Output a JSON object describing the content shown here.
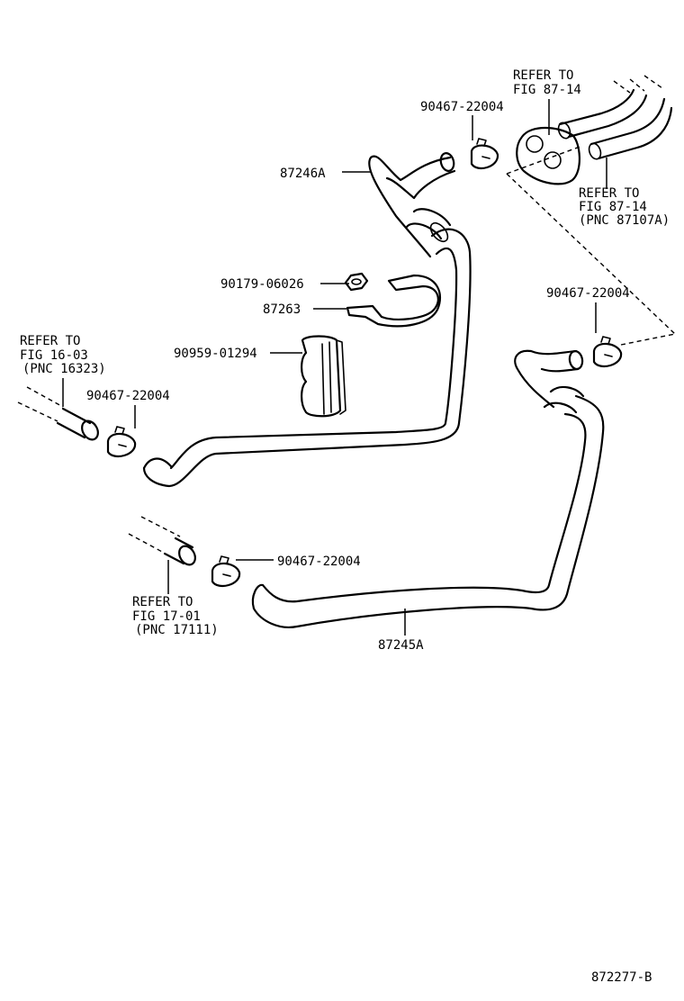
{
  "labels": {
    "refer_fig_87_14_top_line1": "REFER TO",
    "refer_fig_87_14_top_line2": "FIG 87-14",
    "clamp_top": "90467-22004",
    "hose_87246A": "87246A",
    "refer_fig_87_14_pnc_line1": "REFER TO",
    "refer_fig_87_14_pnc_line2": "FIG 87-14",
    "refer_fig_87_14_pnc_line3": "(PNC 87107A)",
    "nut": "90179-06026",
    "clamp_right": "90467-22004",
    "bracket": "87263",
    "clip": "90959-01294",
    "refer_fig_16_03_line1": "REFER TO",
    "refer_fig_16_03_line2": "FIG 16-03",
    "refer_fig_16_03_line3": "(PNC 16323)",
    "clamp_left": "90467-22004",
    "clamp_bottom": "90467-22004",
    "refer_fig_17_01_line1": "REFER TO",
    "refer_fig_17_01_line2": "FIG 17-01",
    "refer_fig_17_01_line3": "(PNC 17111)",
    "hose_87245A": "87245A",
    "figure_code": "872277-B"
  }
}
